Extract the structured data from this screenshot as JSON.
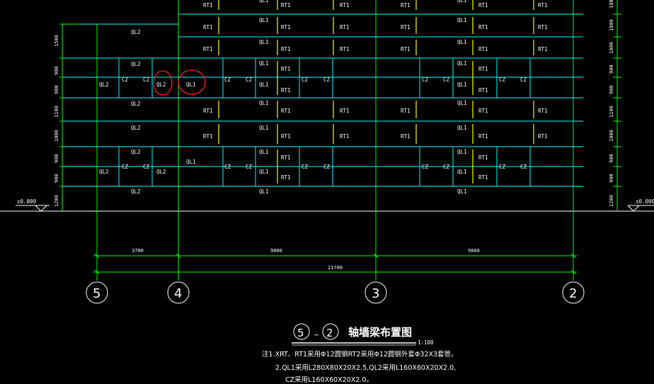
{
  "colors": {
    "background": "#000000",
    "beam": "#00ffff",
    "grid": "#00ff00",
    "column": "#ffff00",
    "mark": "#ff0000",
    "text": "#ffffff"
  },
  "labels": {
    "ql1": "QL1",
    "ql2": "QL2",
    "rt1": "RT1",
    "cz": "CZ",
    "elev_zero": "±0.000"
  },
  "vertical_dims": [
    "1500",
    "900",
    "900",
    "1100",
    "1000",
    "900",
    "900",
    "1200"
  ],
  "right_dims": [
    "1000",
    "1000",
    "1000",
    "900",
    "900",
    "1100",
    "1000",
    "900",
    "900",
    "1200"
  ],
  "horizontal_dims": {
    "seg1": "3700",
    "seg2": "9000",
    "seg3": "9000",
    "total": "21700"
  },
  "axes": [
    "5",
    "4",
    "3",
    "2"
  ],
  "title": {
    "axis_from": "5",
    "tilde": "~",
    "axis_to": "2",
    "text": "轴墙梁布置图",
    "scale": "1:100"
  },
  "notes": {
    "line1": "注1.XRT、RT1采用Φ12圆钢RT2采用Φ12圆钢外套Φ32X3套管。",
    "line2": "2.QL1采用L280X80X20X2.5,QL2采用L160X60X20X2.0,",
    "line3": "CZ采用L160X60X20X2.0。"
  }
}
